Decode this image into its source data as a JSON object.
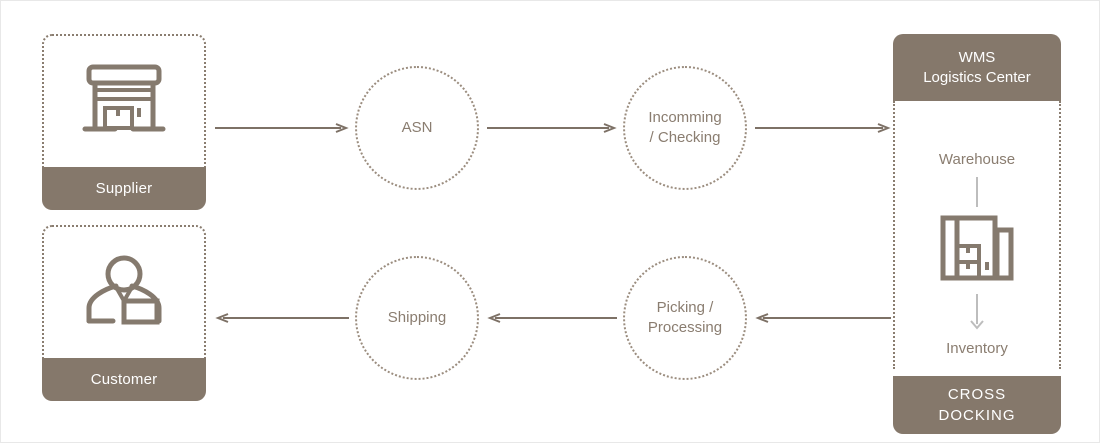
{
  "diagram": {
    "title_semantic": "wms-logistics-flow-diagram",
    "accent_color": "#85786b",
    "muted_text_color": "#8a7d70",
    "connector_color": "#7d7166",
    "inner_connector_color": "#bdbdbd",
    "background": "#ffffff"
  },
  "nodes": {
    "supplier": {
      "label": "Supplier",
      "icon": "warehouse-store-icon"
    },
    "customer": {
      "label": "Customer",
      "icon": "person-with-box-icon"
    },
    "asn": {
      "label": "ASN"
    },
    "incoming": {
      "line1": "Incomming",
      "line2": "/ Checking"
    },
    "picking": {
      "line1": "Picking /",
      "line2": "Processing"
    },
    "shipping": {
      "label": "Shipping"
    }
  },
  "wms": {
    "header_line1": "WMS",
    "header_line2": "Logistics Center",
    "warehouse_label": "Warehouse",
    "inventory_label": "Inventory",
    "icon": "storage-rack-icon",
    "footer_line1": "CROSS",
    "footer_line2": "DOCKING"
  },
  "flow": {
    "top_row": [
      "supplier",
      "asn",
      "incoming",
      "wms"
    ],
    "bottom_row": [
      "wms",
      "picking",
      "shipping",
      "customer"
    ],
    "arrows": [
      {
        "name": "arrow-supplier-to-asn",
        "direction": "right"
      },
      {
        "name": "arrow-asn-to-incoming",
        "direction": "right"
      },
      {
        "name": "arrow-incoming-to-wms",
        "direction": "right"
      },
      {
        "name": "arrow-wms-to-picking",
        "direction": "left"
      },
      {
        "name": "arrow-picking-to-shipping",
        "direction": "left"
      },
      {
        "name": "arrow-shipping-to-customer",
        "direction": "left"
      },
      {
        "name": "arrow-warehouse-to-inventory",
        "direction": "down"
      }
    ]
  }
}
